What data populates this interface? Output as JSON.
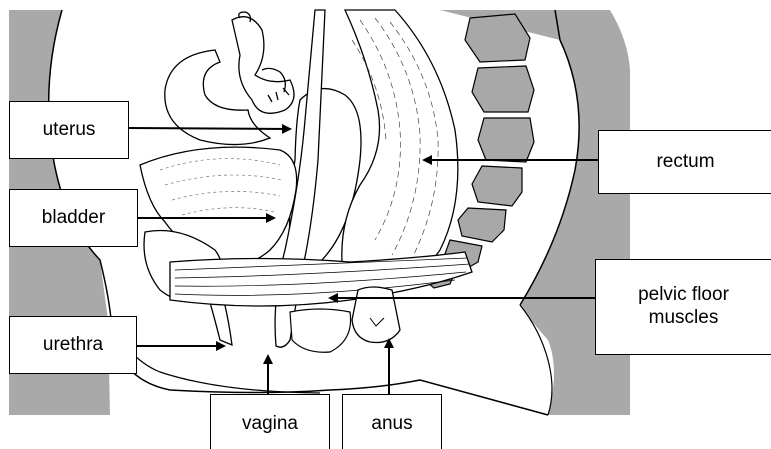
{
  "labels": {
    "uterus": "uterus",
    "bladder": "bladder",
    "urethra": "urethra",
    "rectum": "rectum",
    "pelvic_floor": "pelvic floor muscles",
    "vagina": "vagina",
    "anus": "anus"
  },
  "colors": {
    "background_grey": "#a9a9a9",
    "spine_grey": "#a8a8a8",
    "line": "#000000",
    "fill": "#ffffff"
  }
}
